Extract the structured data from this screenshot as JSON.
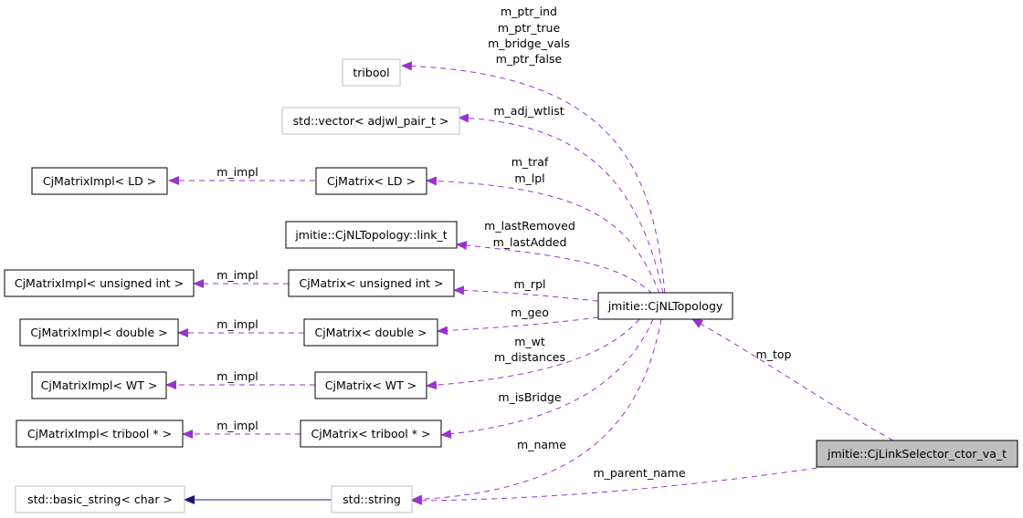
{
  "nodes": {
    "tribool": "tribool",
    "std_vector": "std::vector< adjwl_pair_t >",
    "cjmatrix_ld": "CjMatrix< LD >",
    "cjmatriximpl_ld": "CjMatrixImpl< LD >",
    "link_t": "jmitie::CjNLTopology::link_t",
    "cjmatrix_uint": "CjMatrix< unsigned int >",
    "cjmatriximpl_uint": "CjMatrixImpl< unsigned int >",
    "cjmatrix_double": "CjMatrix< double >",
    "cjmatriximpl_double": "CjMatrixImpl< double >",
    "cjmatrix_wt": "CjMatrix< WT >",
    "cjmatriximpl_wt": "CjMatrixImpl< WT >",
    "cjmatrix_tribool": "CjMatrix< tribool * >",
    "cjmatriximpl_tribool": "CjMatrixImpl< tribool * >",
    "std_string": "std::string",
    "basic_string": "std::basic_string< char >",
    "cjnltopology": "jmitie::CjNLTopology",
    "link_selector": "jmitie::CjLinkSelector_ctor_va_t"
  },
  "edge_labels": {
    "tribool": [
      "m_ptr_ind",
      "m_ptr_true",
      "m_bridge_vals",
      "m_ptr_false"
    ],
    "adj_wtlist": "m_adj_wtlist",
    "traf_lpl": [
      "m_traf",
      "m_lpl"
    ],
    "impl_ld": "m_impl",
    "last": [
      "m_lastRemoved",
      "m_lastAdded"
    ],
    "impl_uint": "m_impl",
    "rpl": "m_rpl",
    "impl_double": "m_impl",
    "geo": "m_geo",
    "wt_dist": [
      "m_wt",
      "m_distances"
    ],
    "impl_wt": "m_impl",
    "isbridge": "m_isBridge",
    "impl_tribool": "m_impl",
    "name": "m_name",
    "parent_name": "m_parent_name",
    "top": "m_top"
  },
  "colors": {
    "usage_edge": "#9a32cd",
    "inheritance_edge": "#191970",
    "focus_fill": "#bfbfbf",
    "grey_border": "#bfbfbf"
  }
}
